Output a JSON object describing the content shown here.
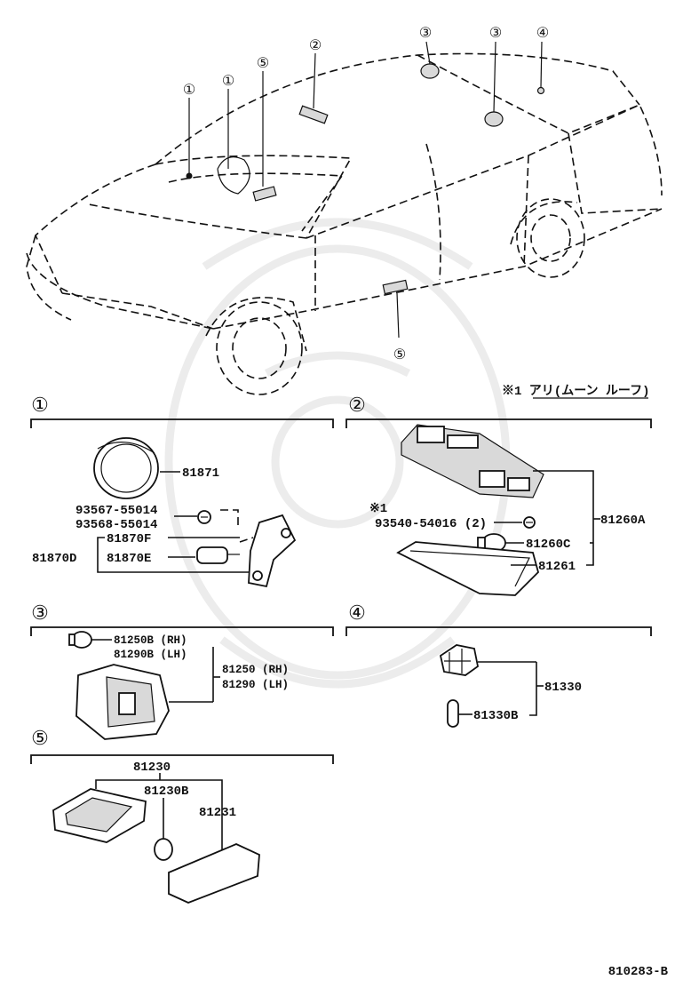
{
  "diagram": {
    "figure_id": "810283-B",
    "note": "※1 アリ(ムーン ルーフ)",
    "overview_callouts": [
      "①",
      "①",
      "⑤",
      "②",
      "③",
      "③",
      "④",
      "⑤"
    ],
    "sections": [
      {
        "marker": "①",
        "parts": [
          {
            "number": "81871"
          },
          {
            "number": "93567-55014"
          },
          {
            "number": "93568-55014"
          },
          {
            "number": "81870F"
          },
          {
            "number": "81870D"
          },
          {
            "number": "81870E"
          }
        ]
      },
      {
        "marker": "②",
        "parts": [
          {
            "number": "※1"
          },
          {
            "number": "93540-54016 (2)"
          },
          {
            "number": "81260A"
          },
          {
            "number": "81260C"
          },
          {
            "number": "81261"
          }
        ]
      },
      {
        "marker": "③",
        "parts": [
          {
            "number": "81250B (RH)"
          },
          {
            "number": "81290B (LH)"
          },
          {
            "number": "81250 (RH)"
          },
          {
            "number": "81290 (LH)"
          }
        ]
      },
      {
        "marker": "④",
        "parts": [
          {
            "number": "81330"
          },
          {
            "number": "81330B"
          }
        ]
      },
      {
        "marker": "⑤",
        "parts": [
          {
            "number": "81230"
          },
          {
            "number": "81230B"
          },
          {
            "number": "81231"
          }
        ]
      }
    ]
  }
}
